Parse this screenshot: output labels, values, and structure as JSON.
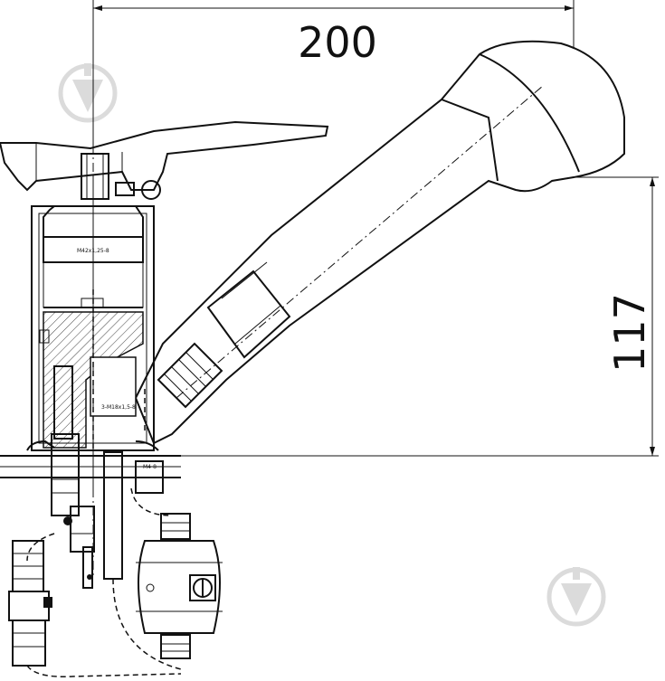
{
  "dimensions": {
    "width_label": "200",
    "height_label": "117"
  },
  "callouts": {
    "thread_top": "M42x1,25-8",
    "thread_mid": "3-M18x1,5-8",
    "thread_base": "M4-8"
  },
  "watermark": {
    "icon": "pen-nib-circle-icon",
    "color": "#d8d8d8"
  }
}
